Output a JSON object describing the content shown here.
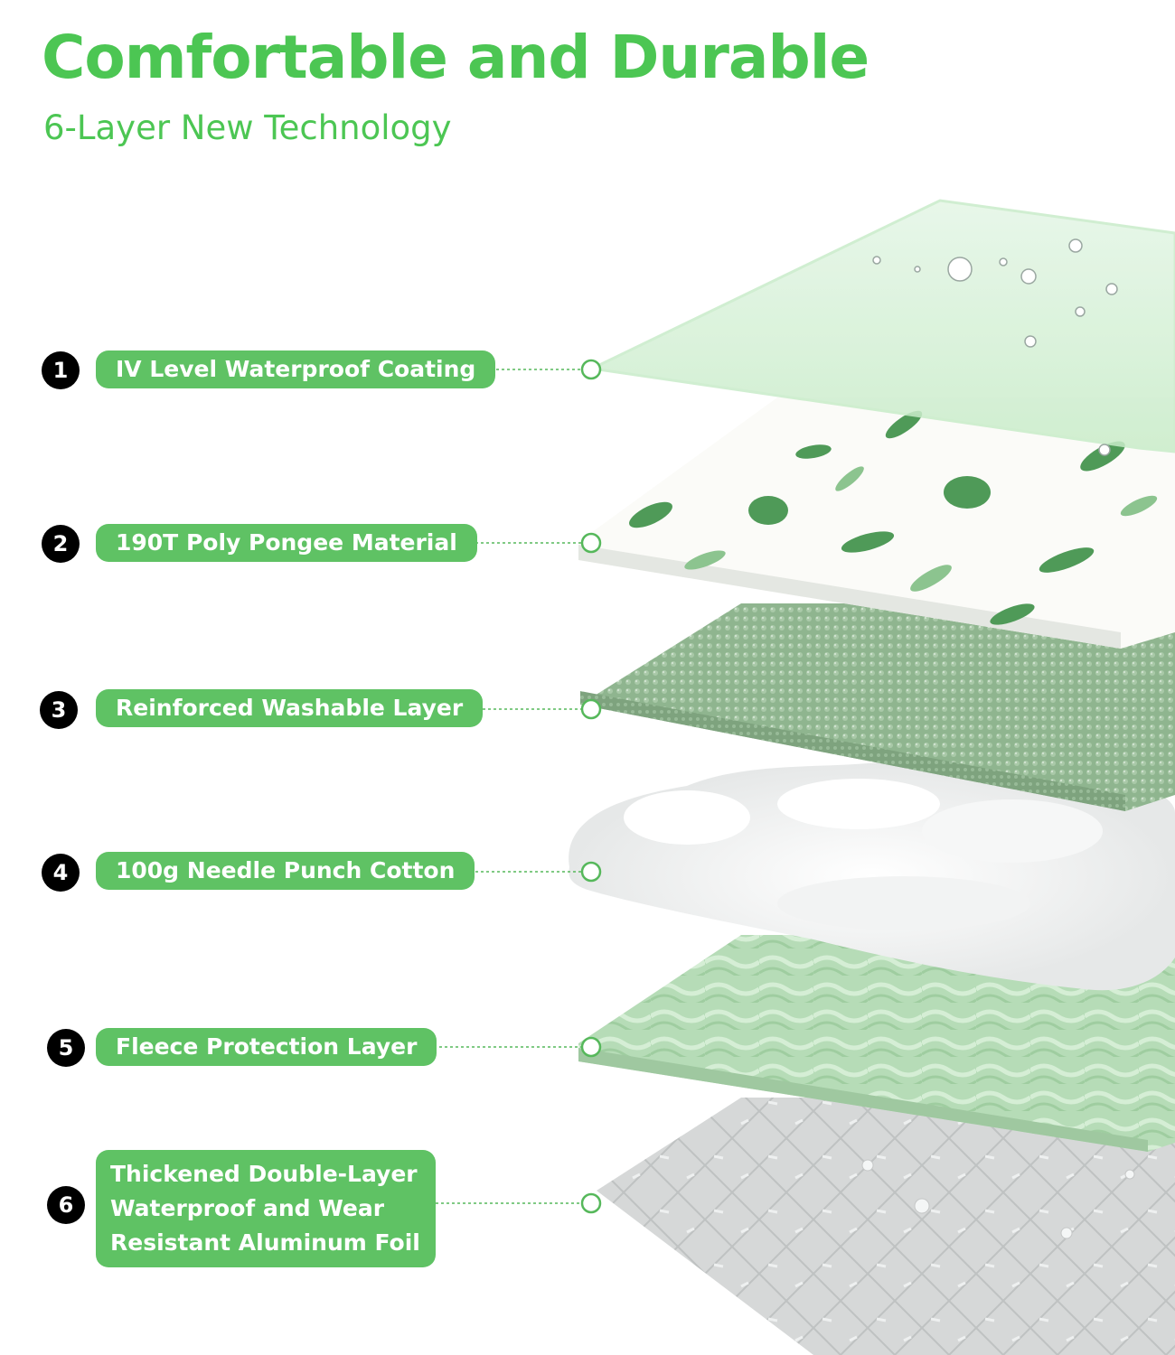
{
  "header": {
    "title": "Comfortable and Durable",
    "subtitle": "6-Layer New Technology"
  },
  "colors": {
    "accent": "#4cc653",
    "pill": "#5fc264",
    "dot_line": "#56b85b",
    "badge": "#000000"
  },
  "layers": [
    {
      "number": "1",
      "label": "IV Level Waterproof Coating"
    },
    {
      "number": "2",
      "label": "190T Poly Pongee Material"
    },
    {
      "number": "3",
      "label": "Reinforced Washable Layer"
    },
    {
      "number": "4",
      "label": "100g Needle Punch Cotton"
    },
    {
      "number": "5",
      "label": "Fleece Protection Layer"
    },
    {
      "number": "6",
      "lines": [
        "Thickened Double-Layer",
        "Waterproof and Wear",
        "Resistant Aluminum Foil"
      ]
    }
  ]
}
